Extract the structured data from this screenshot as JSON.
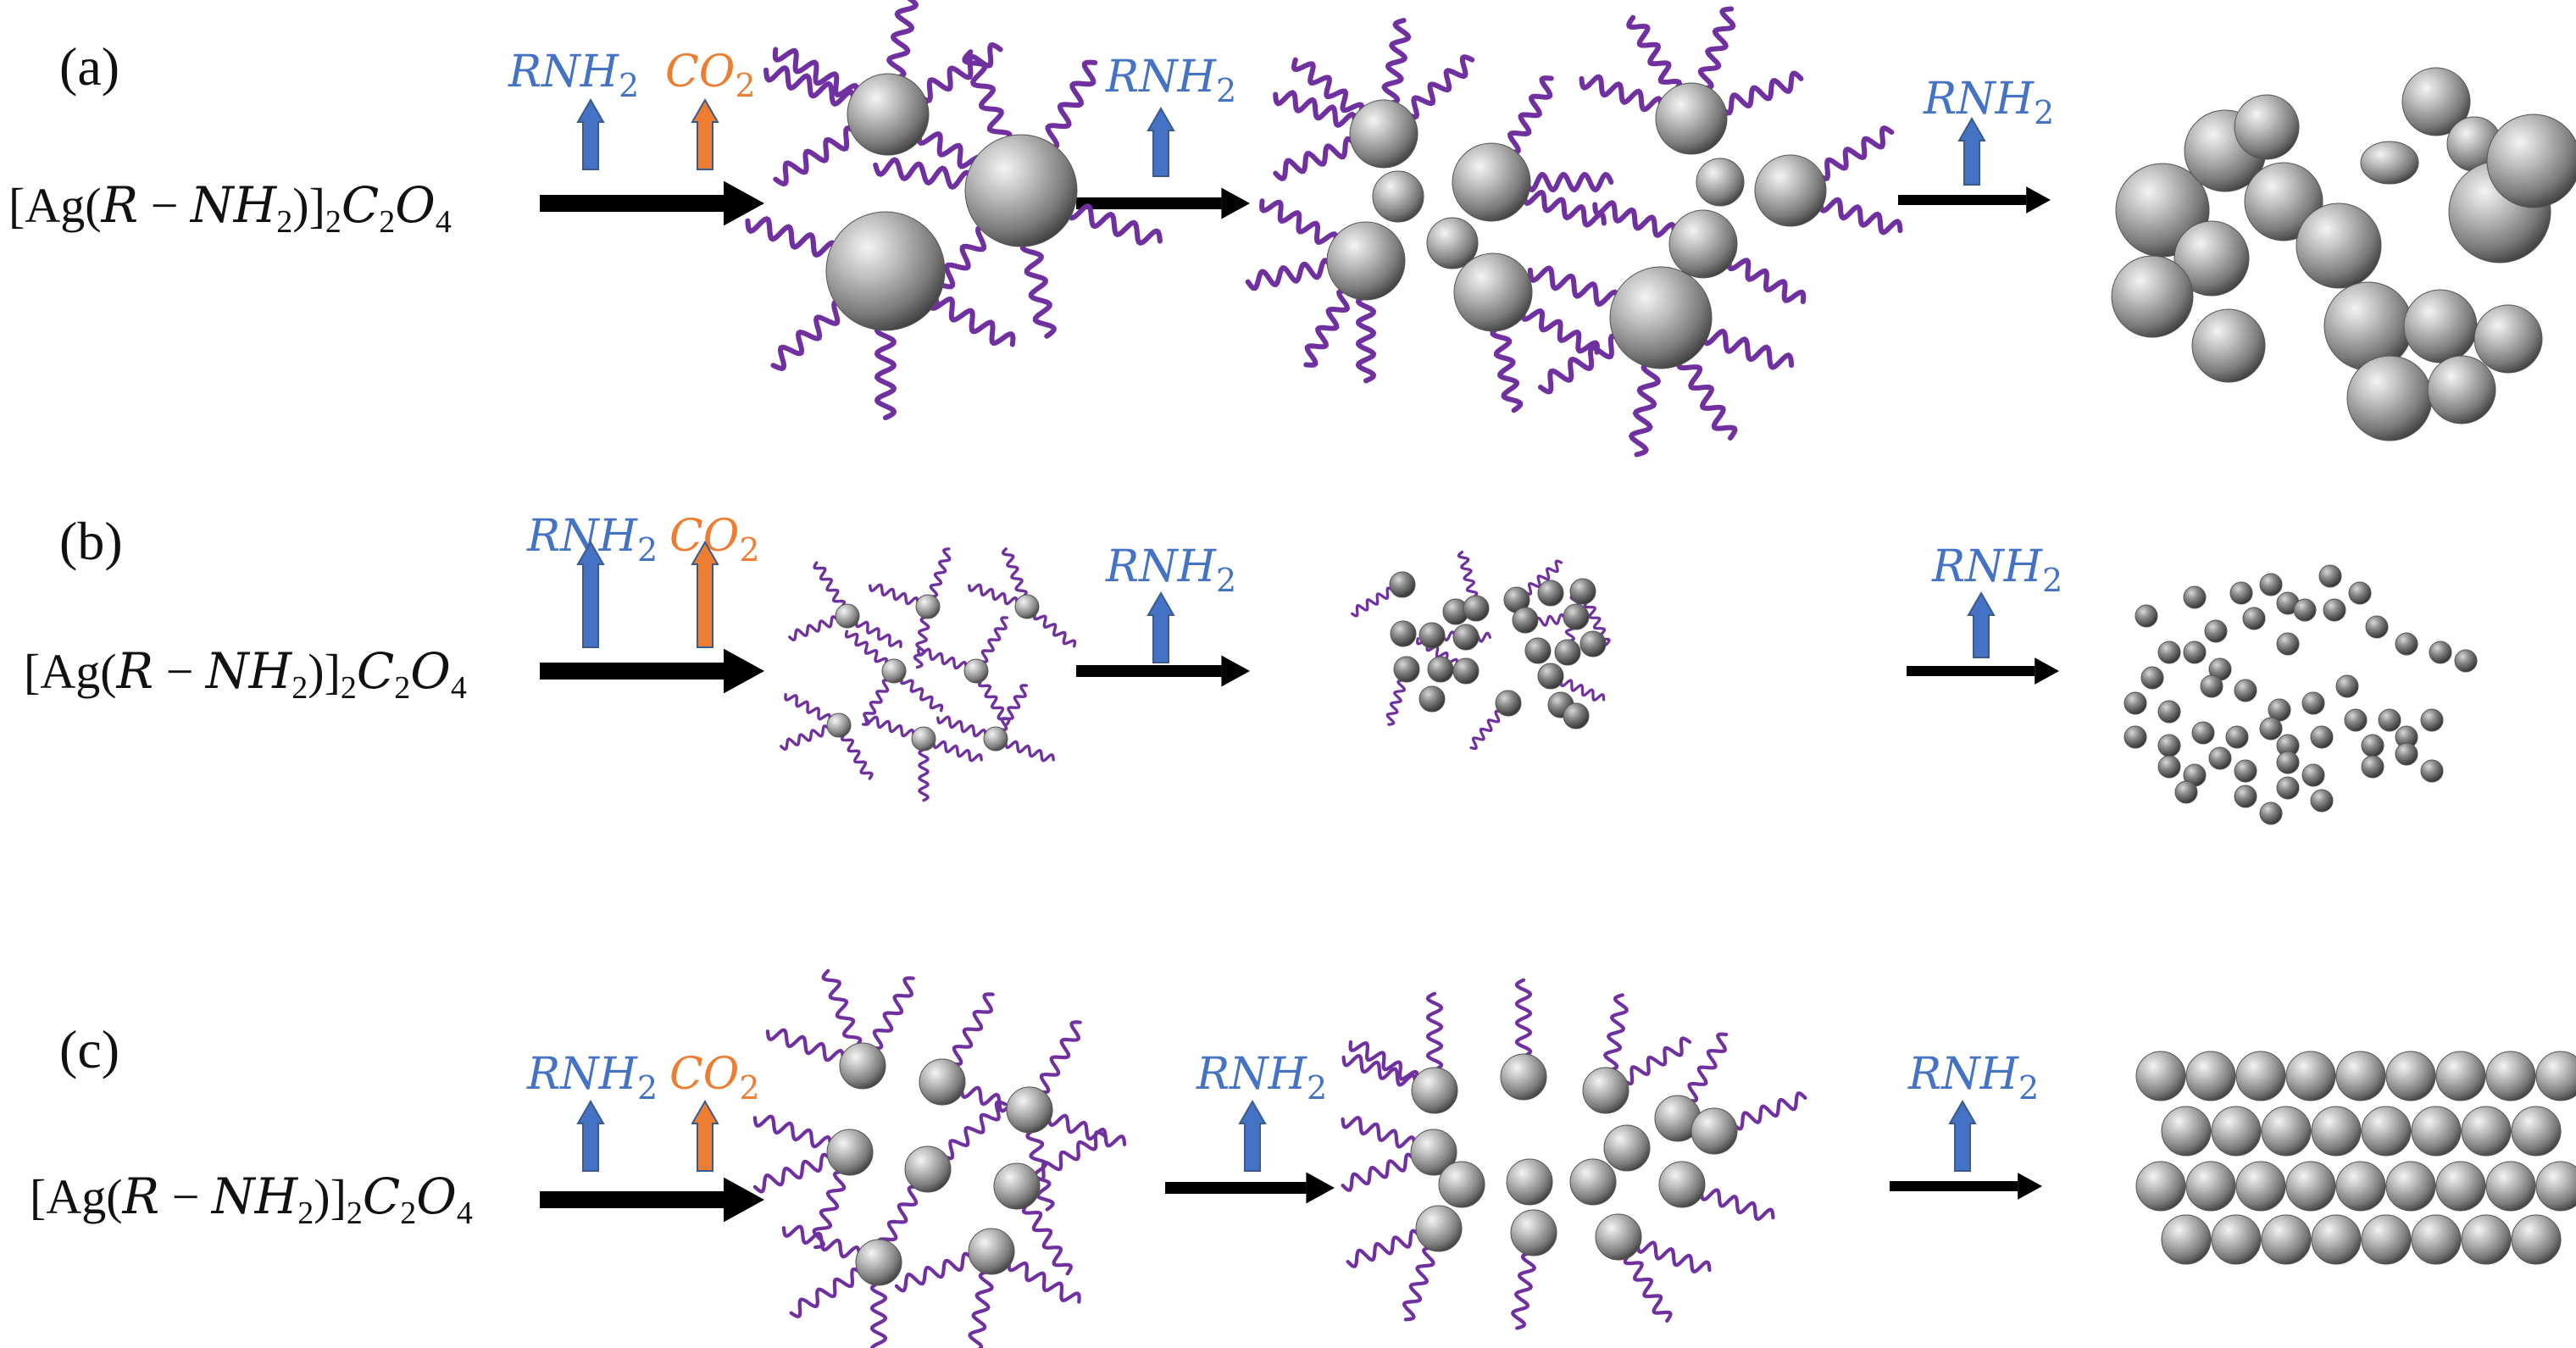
{
  "colors": {
    "amine": "#4472C4",
    "co2": "#ED7D31",
    "ligand": "#7030A0",
    "arrow": "#000000",
    "particle_light": "#e8e8e8",
    "particle_mid": "#9a9a9a",
    "particle_dark": "#4a4a4a"
  },
  "rows": [
    {
      "id": "a",
      "label": "(a)",
      "precursor": {
        "open": "[Ag(",
        "r": "R",
        "minus": " − ",
        "nh": "NH",
        "nh_sub": "2",
        "close": ")]",
        "c": "C",
        "c_sub": "2",
        "o": "O",
        "o_sub": "4"
      },
      "release1": {
        "amine": "RNH",
        "amine_sub": "2",
        "co2": "CO",
        "co2_sub": "2"
      },
      "release2": {
        "amine": "RNH",
        "amine_sub": "2"
      },
      "release3": {
        "amine": "RNH",
        "amine_sub": "2"
      }
    },
    {
      "id": "b",
      "label": "(b)",
      "precursor": {
        "open": "[Ag(",
        "r": "R",
        "minus": " − ",
        "nh": "NH",
        "nh_sub": "2",
        "close": ")]",
        "c": "C",
        "c_sub": "2",
        "o": "O",
        "o_sub": "4"
      },
      "release1": {
        "amine": "RNH",
        "amine_sub": "2",
        "co2": "CO",
        "co2_sub": "2"
      },
      "release2": {
        "amine": "RNH",
        "amine_sub": "2"
      },
      "release3": {
        "amine": "RNH",
        "amine_sub": "2"
      }
    },
    {
      "id": "c",
      "label": "(c)",
      "precursor": {
        "open": "[Ag(",
        "r": "R",
        "minus": " − ",
        "nh": "NH",
        "nh_sub": "2",
        "close": ")]",
        "c": "C",
        "c_sub": "2",
        "o": "O",
        "o_sub": "4"
      },
      "release1": {
        "amine": "RNH",
        "amine_sub": "2",
        "co2": "CO",
        "co2_sub": "2"
      },
      "release2": {
        "amine": "RNH",
        "amine_sub": "2"
      },
      "release3": {
        "amine": "RNH",
        "amine_sub": "2"
      }
    }
  ]
}
